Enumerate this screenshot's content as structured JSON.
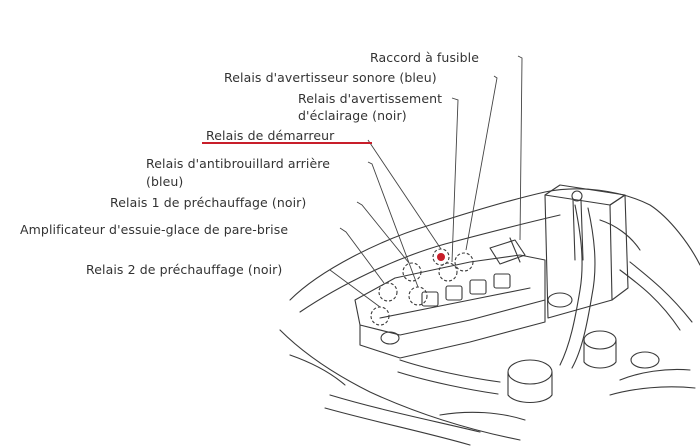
{
  "labels": {
    "raccord_fusible": "Raccord à fusible",
    "relais_avertisseur_sonore": "Relais d'avertisseur sonore (bleu)",
    "relais_avertissement_l1": "Relais d'avertissement",
    "relais_avertissement_l2": "d'éclairage (noir)",
    "relais_demarreur": "Relais de démarreur",
    "relais_antibrouillard_l1": "Relais d'antibrouillard arrière",
    "relais_antibrouillard_l2": "(bleu)",
    "relais_prechauffage_1": "Relais 1 de préchauffage (noir)",
    "amplificateur_essuie_glace": "Amplificateur d'essuie-glace de pare-brise",
    "relais_prechauffage_2": "Relais 2 de préchauffage (noir)"
  },
  "colors": {
    "line": "#3a3a3a",
    "highlight": "#c81e2a"
  }
}
